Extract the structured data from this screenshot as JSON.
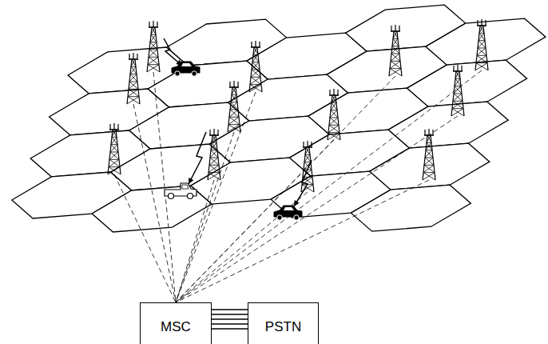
{
  "diagram": {
    "nodes": [
      {
        "text": [
          "MSC"
        ]
      },
      {
        "text": [
          "PSTN"
        ]
      }
    ],
    "edges": [
      {
        "from": 0,
        "to": 1,
        "arrow": "none"
      }
    ]
  }
}
